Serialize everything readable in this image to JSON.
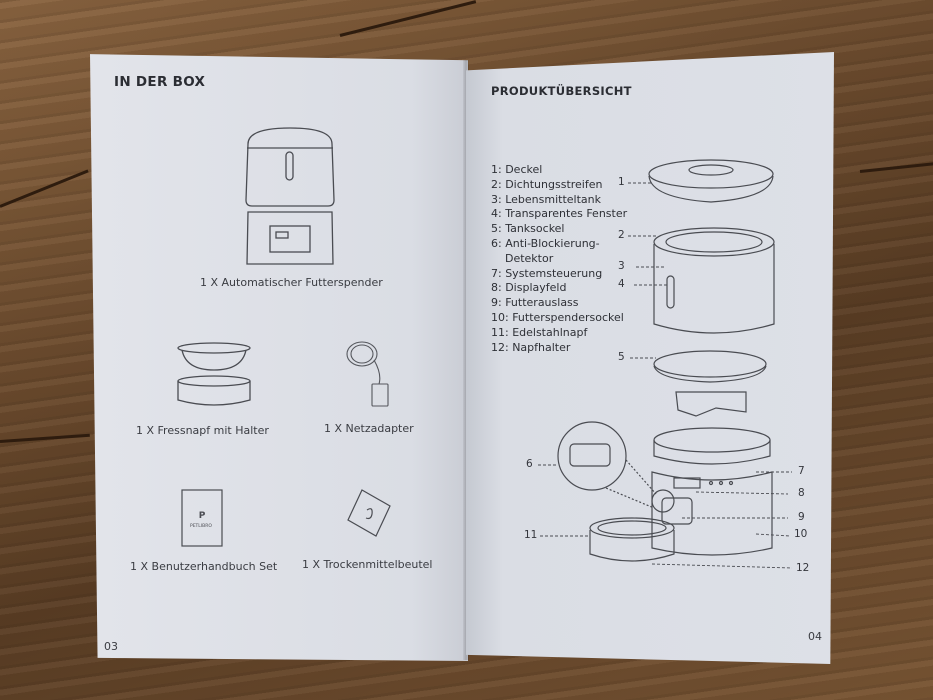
{
  "left_page": {
    "heading": "IN DER BOX",
    "items": [
      "1 X  Automatischer  Futterspender",
      "1 X  Fressnapf mit Halter",
      "1 X  Netzadapter",
      "1 X Benutzerhandbuch Set",
      "1 X Trockenmittelbeutel"
    ],
    "manual_logo_text": "PETLIBRO",
    "page_number": "03"
  },
  "right_page": {
    "heading": "PRODUKTÜBERSICHT",
    "parts": [
      "1: Deckel",
      "2: Dichtungsstreifen",
      "3: Lebensmitteltank",
      "4: Transparentes Fenster",
      "5: Tanksockel",
      "6: Anti-Blockierung-",
      "    Detektor",
      "7: Systemsteuerung",
      "8: Displayfeld",
      "9: Futterauslass",
      "10: Futterspendersockel",
      "11: Edelstahlnapf",
      "12: Napfhalter"
    ],
    "callouts": [
      "1",
      "2",
      "3",
      "4",
      "5",
      "6",
      "7",
      "8",
      "9",
      "10",
      "11",
      "12"
    ],
    "page_number": "04"
  },
  "icons": [
    "feeder-icon",
    "bowl-icon",
    "adapter-icon",
    "manual-icon",
    "desiccant-icon",
    "exploded-view-diagram"
  ]
}
